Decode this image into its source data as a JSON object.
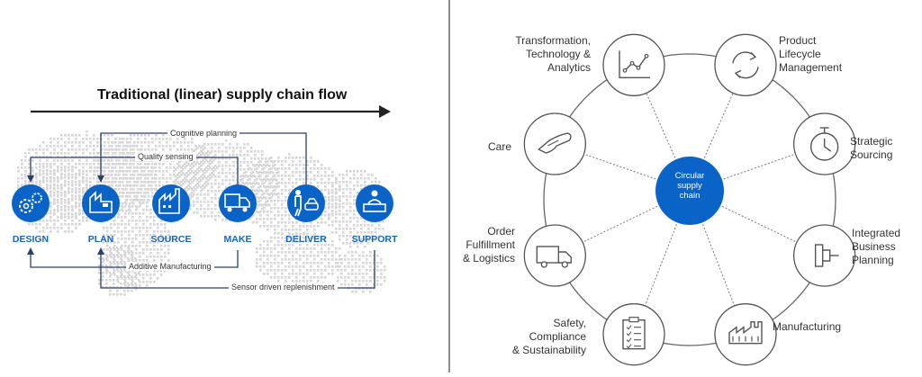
{
  "left_panel": {
    "title": "Traditional (linear) supply chain flow",
    "stages": [
      "DESIGN",
      "PLAN",
      "SOURCE",
      "MAKE",
      "DELIVER",
      "SUPPORT"
    ],
    "loops": {
      "cognitive": "Cognitive planning",
      "quality": "Quality sensing",
      "additive": "Additive Manufacturing",
      "sensor": "Sensor driven replenishment"
    }
  },
  "right_panel": {
    "center": [
      "Circular",
      "supply",
      "chain"
    ],
    "nodes": [
      {
        "label": [
          "Transformation,",
          "Technology &",
          "Analytics"
        ],
        "icon": "chart-icon"
      },
      {
        "label": [
          "Product",
          "Lifecycle",
          "Management"
        ],
        "icon": "refresh-icon"
      },
      {
        "label": [
          "Strategic",
          "Sourcing"
        ],
        "icon": "stopwatch-icon"
      },
      {
        "label": [
          "Integrated",
          "Business",
          "Planning"
        ],
        "icon": "flowchart-icon"
      },
      {
        "label": [
          "Manufacturing"
        ],
        "icon": "factory-icon"
      },
      {
        "label": [
          "Safety,",
          "Compliance",
          "& Sustainability"
        ],
        "icon": "clipboard-icon"
      },
      {
        "label": [
          "Order",
          "Fulfillment",
          "& Logistics"
        ],
        "icon": "truck-icon"
      },
      {
        "label": [
          "Care"
        ],
        "icon": "hand-icon"
      }
    ]
  },
  "colors": {
    "accent": "#0a64c8",
    "line": "#2c3e6b",
    "map": "#d5d5d5",
    "ring": "#555555"
  }
}
